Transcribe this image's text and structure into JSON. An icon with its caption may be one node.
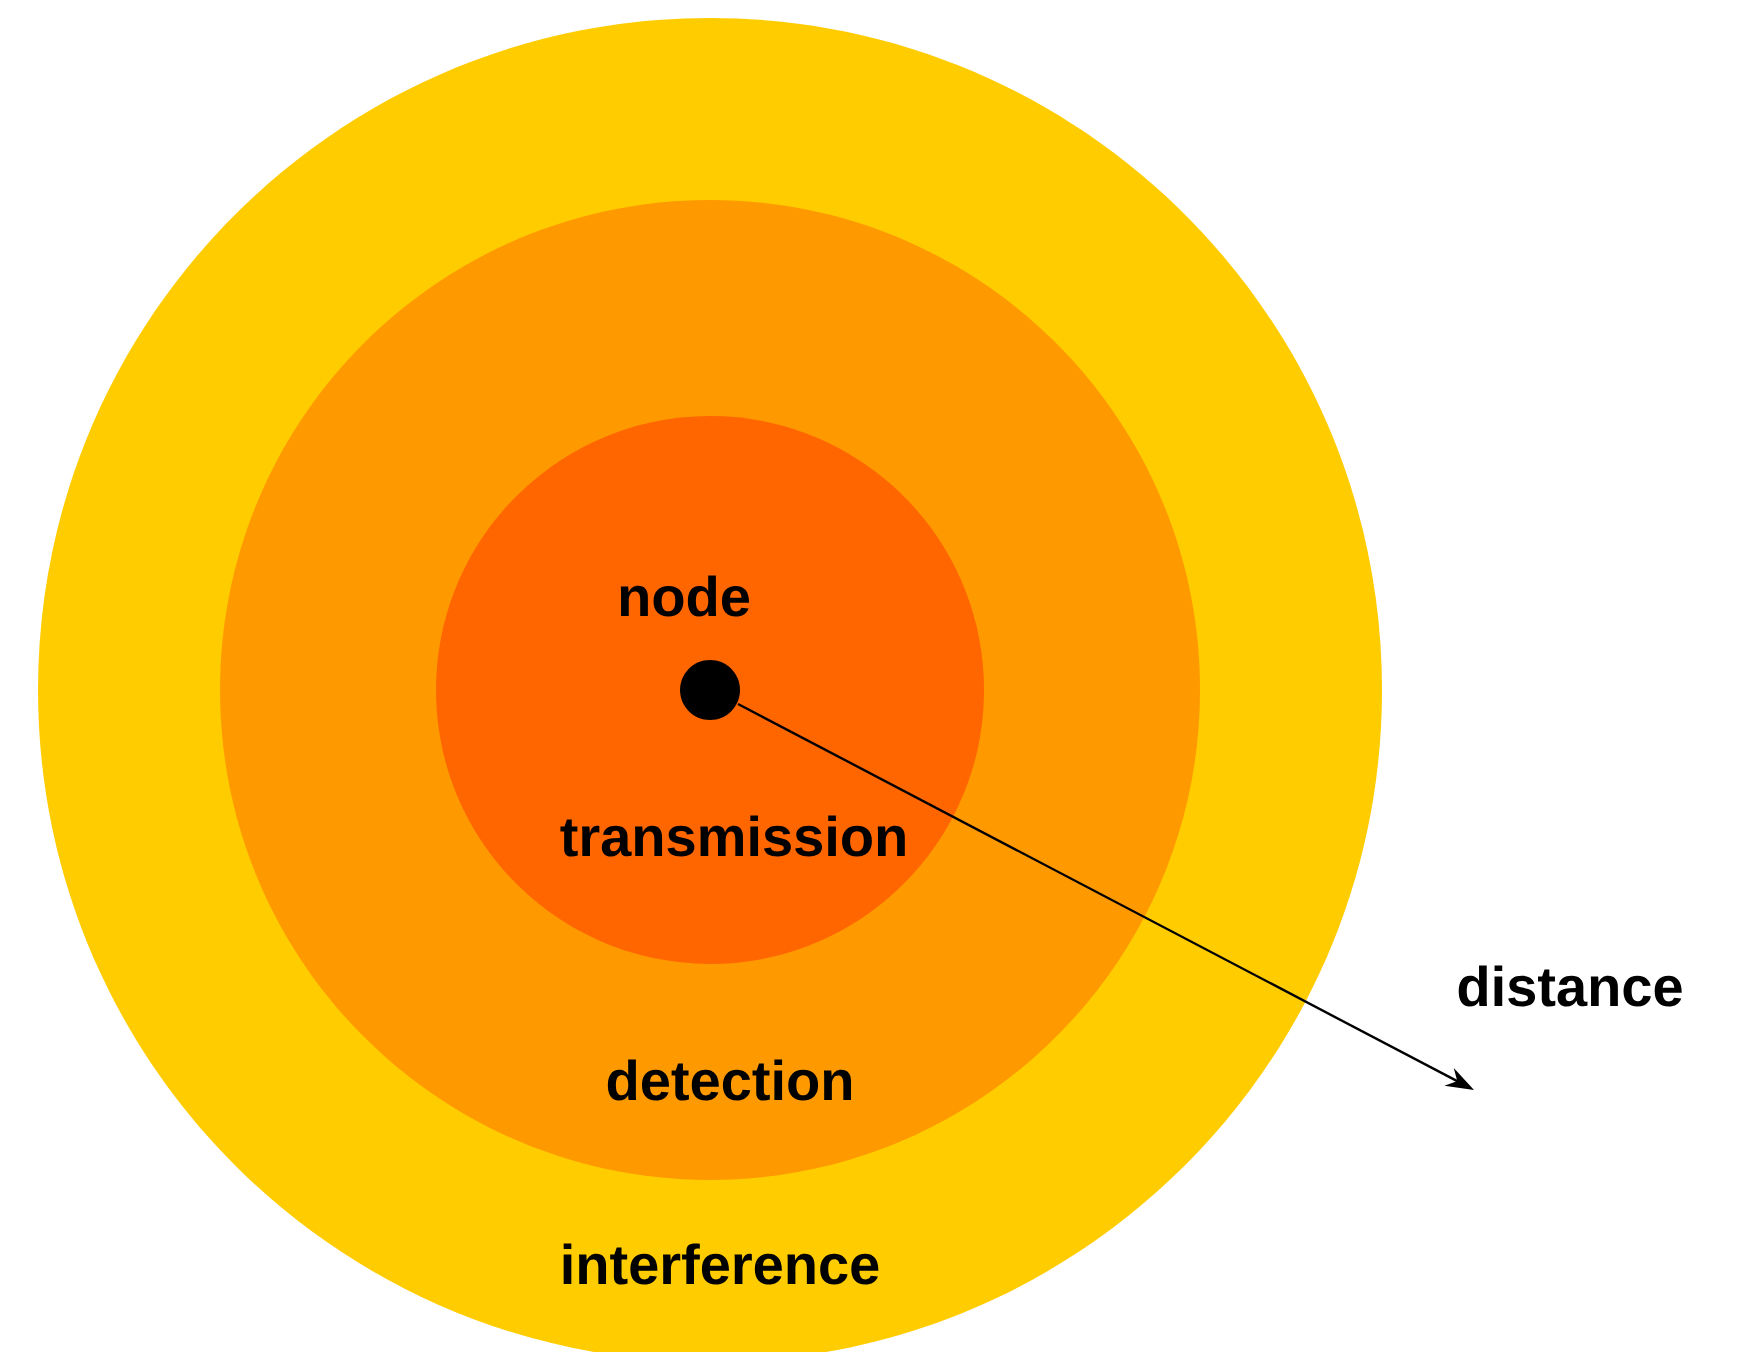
{
  "diagram": {
    "nodes": [
      {
        "text": [
          "interference"
        ]
      },
      {
        "text": [
          "detection"
        ],
        "in": 0
      },
      {
        "text": [
          "transmission"
        ],
        "in": 1
      },
      {
        "text": [
          "node"
        ],
        "in": 2
      }
    ],
    "labels": [
      "distance"
    ]
  }
}
